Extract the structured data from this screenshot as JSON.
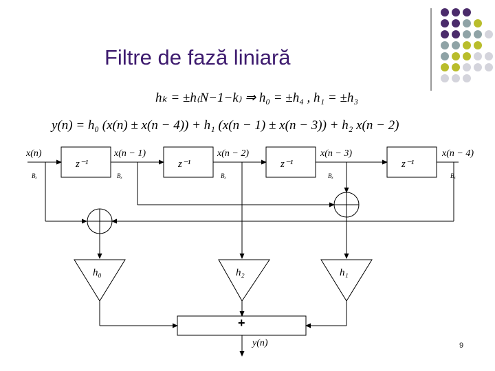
{
  "slide": {
    "title": "Filtre de fază liniară",
    "page_number": "9",
    "dot_colors": [
      "#4b2c6b",
      "#8fa3a6",
      "#b9bd2b",
      "#d4d4dc"
    ]
  },
  "equations": {
    "line1": "hₖ = ±h₍N−1−k₎  ⇒  h₀ = ±h₄ , h₁ = ±h₃",
    "line2": "y(n) = h₀ (x(n) ± x(n − 4)) + h₁ (x(n − 1) ± x(n − 3)) + h₂ x(n − 2)"
  },
  "diagram": {
    "signals": [
      "x(n)",
      "x(n − 1)",
      "x(n − 2)",
      "x(n − 3)",
      "x(n − 4)"
    ],
    "bus_label": "Bₓ",
    "delay_label": "z⁻¹",
    "coefficients": [
      "h₀",
      "h₂",
      "h₁"
    ],
    "sum_label": "+",
    "output": "y(n)"
  }
}
